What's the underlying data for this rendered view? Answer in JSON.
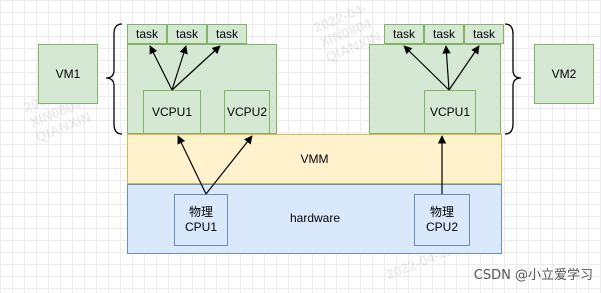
{
  "vm_left": {
    "label": "VM1",
    "tasks": [
      "task",
      "task",
      "task"
    ],
    "vcpus": [
      "VCPU1",
      "VCPU2"
    ]
  },
  "vm_right": {
    "label": "VM2",
    "tasks": [
      "task",
      "task",
      "task"
    ],
    "vcpus": [
      "VCPU1"
    ]
  },
  "vmm": {
    "label": "VMM"
  },
  "hardware": {
    "label": "hardware",
    "cpus": [
      "物理\nCPU1",
      "物理\nCPU2"
    ]
  },
  "watermarks": [
    "2022-04-\nXIN0804\nQIANXIN",
    "2022-04-\nXIN0804\nQIANXIN",
    "2022-04-22"
  ],
  "credit": "CSDN @小立爱学习",
  "colors": {
    "vm_fill": "#d5e8d4",
    "vm_border": "#82b366",
    "vmm_fill": "#fff2cc",
    "vmm_border": "#d6b656",
    "hw_fill": "#dae8fc",
    "hw_border": "#6c8ebf"
  }
}
